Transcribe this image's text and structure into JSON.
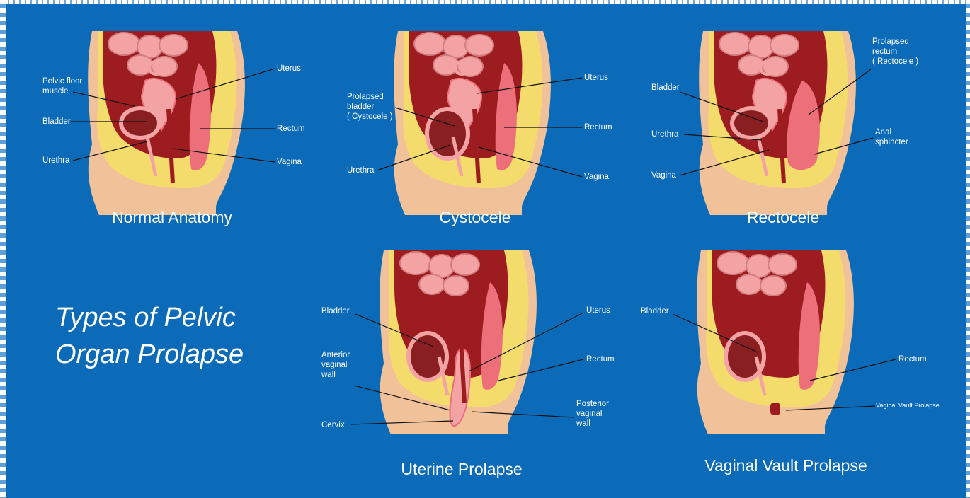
{
  "title": {
    "line1": "Types of  Pelvic",
    "line2": "Organ Prolapse"
  },
  "colors": {
    "background": "#0b6bb8",
    "skin": "#f1c29a",
    "fat": "#f4dc6c",
    "cavity": "#9c1c1f",
    "intestine": "#f3a3a3",
    "organ_wall": "#ec6f7a",
    "bladder_inner": "#8a1f22"
  },
  "panels": {
    "normal": {
      "caption": "Normal Anatomy",
      "labels": {
        "pelvic_floor": "Pelvic floor\nmuscle",
        "bladder": "Bladder",
        "urethra": "Urethra",
        "uterus": "Uterus",
        "rectum": "Rectum",
        "vagina": "Vagina"
      }
    },
    "cystocele": {
      "caption": "Cystocele",
      "labels": {
        "prolapsed_bladder": "Prolapsed\nbladder\n( Cystocele )",
        "urethra": "Urethra",
        "uterus": "Uterus",
        "rectum": "Rectum",
        "vagina": "Vagina"
      }
    },
    "rectocele": {
      "caption": "Rectocele",
      "labels": {
        "bladder": "Bladder",
        "urethra": "Urethra",
        "vagina": "Vagina",
        "prolapsed_rectum": "Prolapsed\nrectum\n( Rectocele )",
        "anal_sphincter": "Anal\nsphincter"
      }
    },
    "uterine": {
      "caption": "Uterine Prolapse",
      "labels": {
        "bladder": "Bladder",
        "anterior_wall": "Anterior\nvaginal\nwall",
        "cervix": "Cervix",
        "uterus": "Uterus",
        "rectum": "Rectum",
        "posterior_wall": "Posterior\nvaginal\nwall"
      }
    },
    "vault": {
      "caption": "Vaginal Vault Prolapse",
      "labels": {
        "bladder": "Bladder",
        "rectum": "Rectum",
        "vault": "Vaginal Vault Prolapse"
      }
    }
  }
}
